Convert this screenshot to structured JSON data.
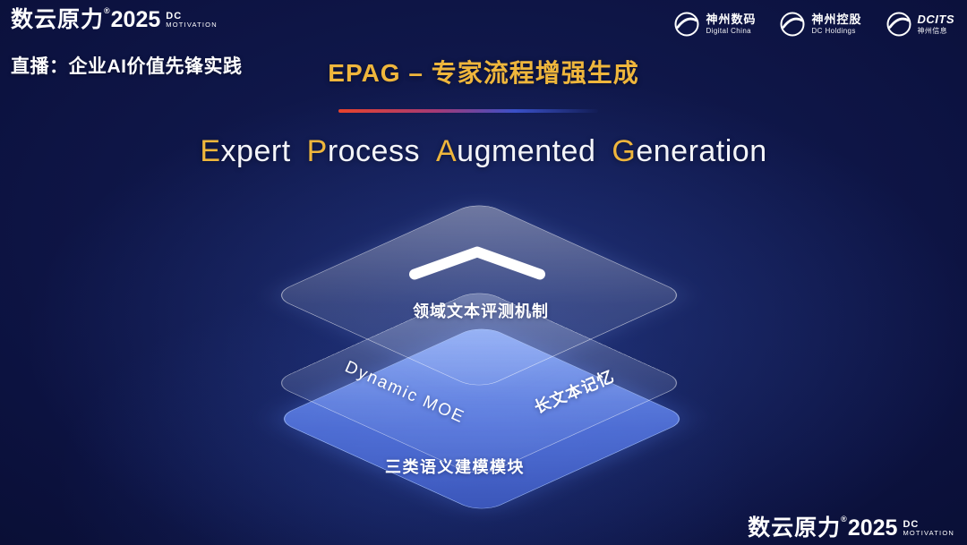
{
  "brand": {
    "name": "数云原力",
    "reg": "®",
    "year": "2025",
    "dc": "DC",
    "motivation": "MOTIVATION"
  },
  "live_label": "直播：企业AI价值先锋实践",
  "header": {
    "title": "EPAG – 专家流程增强生成",
    "subtitle_words": [
      "Expert",
      "Process",
      "Augmented",
      "Generation"
    ]
  },
  "partners": [
    {
      "name": "神州数码",
      "sub": "Digital China"
    },
    {
      "name": "神州控股",
      "sub": "DC Holdings"
    },
    {
      "name": "DCITS",
      "sub": "神州信息"
    }
  ],
  "diagram": {
    "top_label": "领域文本评测机制",
    "mid_left_label": "Dynamic MOE",
    "mid_right_label": "长文本记忆",
    "bottom_label": "三类语义建模模块"
  },
  "colors": {
    "gold": "#efb63c",
    "background_deep": "#070b28",
    "layer_blue": "#5b82e8",
    "divider_red": "#e8432c",
    "divider_blue": "#3a50c8"
  }
}
